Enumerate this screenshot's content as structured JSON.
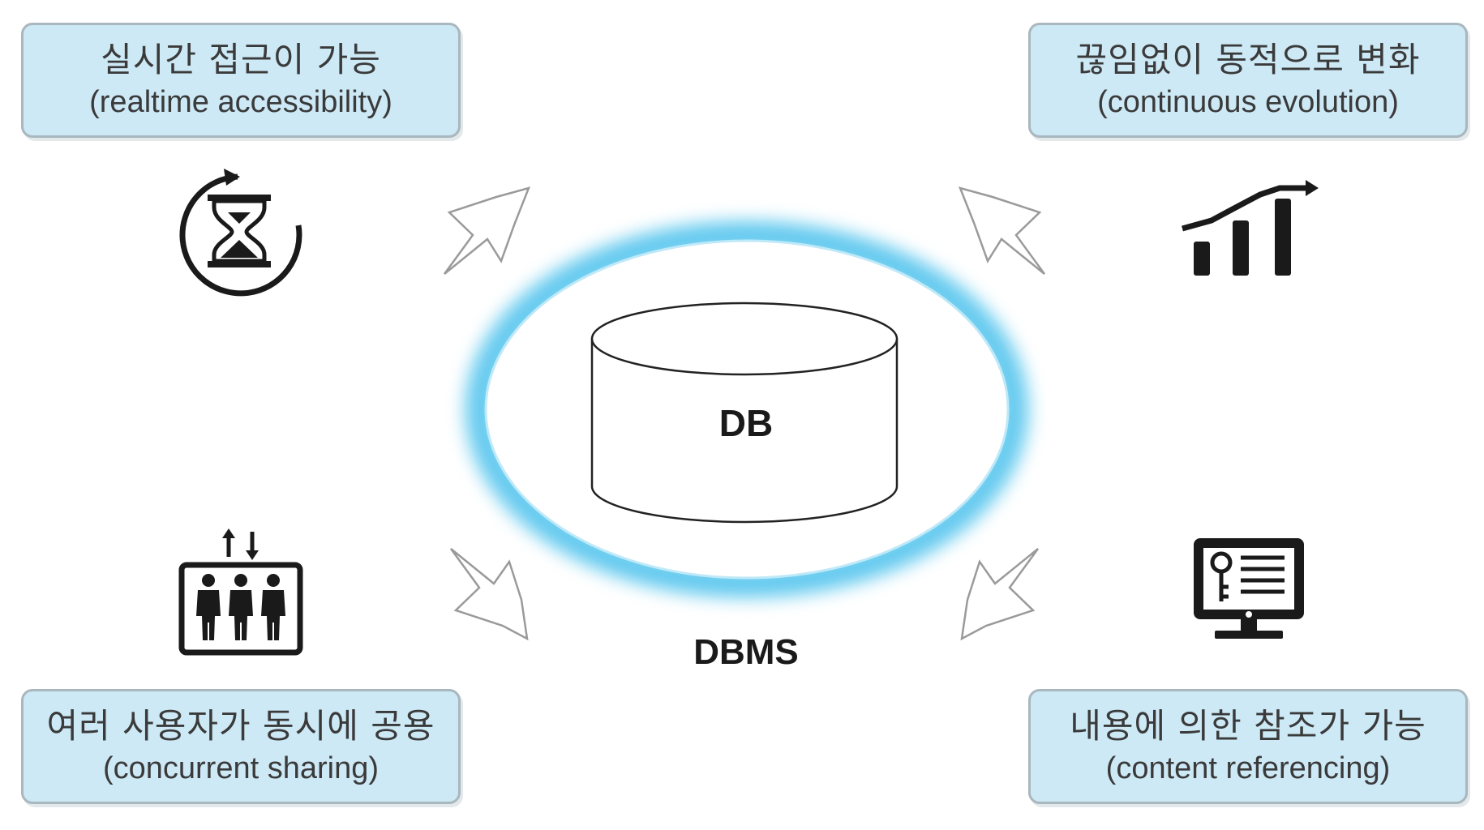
{
  "features": {
    "top_left": {
      "ko": "실시간 접근이 가능",
      "en": "(realtime accessibility)",
      "icon": "hourglass-refresh-icon"
    },
    "top_right": {
      "ko": "끊임없이 동적으로 변화",
      "en": "(continuous evolution)",
      "icon": "growth-chart-icon"
    },
    "bottom_left": {
      "ko": "여러 사용자가 동시에 공용",
      "en": "(concurrent sharing)",
      "icon": "elevator-people-icon"
    },
    "bottom_right": {
      "ko": "내용에 의한 참조가 가능",
      "en": "(content referencing)",
      "icon": "monitor-key-icon"
    }
  },
  "center": {
    "db_label": "DB",
    "dbms_label": "DBMS"
  },
  "colors": {
    "box_fill": "#cde9f6",
    "box_border": "#a9b7be",
    "glow": "#29b6e8"
  }
}
